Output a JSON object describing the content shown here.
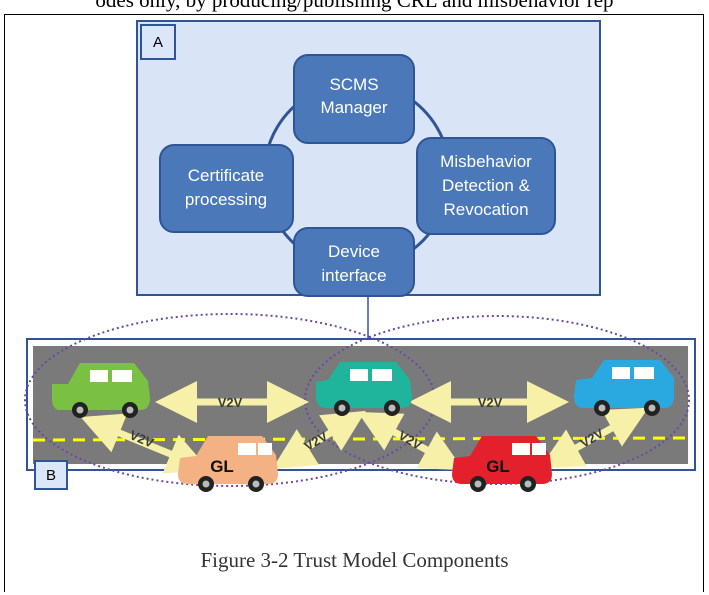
{
  "header_fragment": "odes only, by producing/publishing CRL and misbehavior rep",
  "panel_a": {
    "label": "A",
    "components": [
      {
        "lines": [
          "SCMS",
          "Manager"
        ]
      },
      {
        "lines": [
          "Certificate",
          "processing"
        ]
      },
      {
        "lines": [
          "Misbehavior",
          "Detection &",
          "Revocation"
        ]
      },
      {
        "lines": [
          "Device",
          "interface"
        ]
      }
    ]
  },
  "panel_b": {
    "label": "B",
    "links": [
      "V2V",
      "V2V",
      "V2V",
      "V2V",
      "V2V",
      "V2V"
    ],
    "car_labels": [
      "GL",
      "GL"
    ]
  },
  "caption": "Figure 3-2 Trust Model Components",
  "colors": {
    "panel_fill": "#d9e5f7",
    "node_fill": "#4a78b8",
    "border": "#2f5597",
    "road": "#7a7a7a",
    "arrow": "#f6f0a8",
    "car_green": "#7ac143",
    "car_teal": "#1fb59c",
    "car_blue": "#2aa9e0",
    "car_peach": "#f4b183",
    "car_red": "#e4202c"
  }
}
